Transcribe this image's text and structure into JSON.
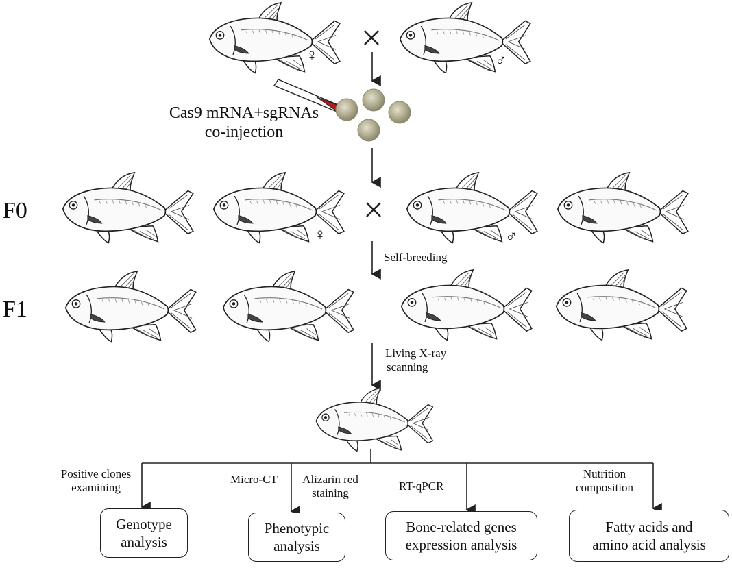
{
  "symbols": {
    "female": "♀",
    "male": "♂"
  },
  "injection": {
    "line1": "Cas9 mRNA+sgRNAs",
    "line2": "co-injection"
  },
  "generations": {
    "f0": "F0",
    "f1": "F1"
  },
  "steps": {
    "self_breeding": "Self-breeding",
    "xray_line1": "Living X-ray",
    "xray_line2": "scanning"
  },
  "methods": {
    "positive_clones_line1": "Positive clones",
    "positive_clones_line2": "examining",
    "micro_ct": "Micro-CT",
    "alizarin_line1": "Alizarin red",
    "alizarin_line2": "staining",
    "rt_qpcr": "RT-qPCR",
    "nutrition_line1": "Nutrition",
    "nutrition_line2": "composition"
  },
  "analyses": [
    {
      "line1": "Genotype",
      "line2": "analysis"
    },
    {
      "line1": "Phenotypic",
      "line2": "analysis"
    },
    {
      "line1": "Bone-related genes",
      "line2": "expression analysis"
    },
    {
      "line1": "Fatty acids and",
      "line2": "amino acid analysis"
    }
  ],
  "colors": {
    "needle_tip": "#c0141e",
    "egg": "#a9a58a",
    "egg_light": "#d8d5c0",
    "line": "#222222"
  }
}
